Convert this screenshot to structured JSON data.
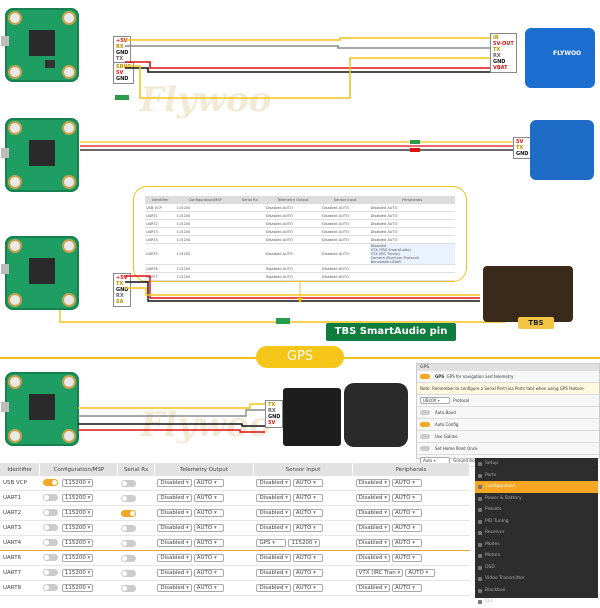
{
  "watermark": "Flywoo",
  "section1": {
    "fc_pads": [
      "+5V",
      "RX",
      "GND",
      "TX",
      "SBUS",
      "5V",
      "GND"
    ],
    "vtx_pads": [
      "IR",
      "5V-OUT",
      "TX",
      "RX",
      "GND",
      "VBAT"
    ],
    "vtx_name": "FLYWOO"
  },
  "section2": {
    "vtx_pads": [
      "5V",
      "TX",
      "GND"
    ]
  },
  "config_mini": {
    "headers": [
      "Identifier",
      "Configuration/MSP",
      "Serial Rx",
      "Telemetry Output",
      "Sensor Input",
      "Peripherals"
    ],
    "rows": [
      [
        "USB VCP",
        "115200",
        "AUTO",
        "AUTO",
        "AUTO"
      ],
      [
        "UART1",
        "115200",
        "AUTO",
        "AUTO",
        "AUTO"
      ],
      [
        "UART2",
        "115200",
        "AUTO",
        "AUTO",
        "AUTO"
      ],
      [
        "UART3",
        "115200",
        "AUTO",
        "AUTO",
        "AUTO"
      ],
      [
        "UART4",
        "115200",
        "AUTO",
        "AUTO",
        "AUTO"
      ],
      [
        "UART5",
        "115200",
        "AUTO",
        "AUTO",
        "AUTO"
      ],
      [
        "UART6",
        "115200",
        "AUTO",
        "AUTO",
        "AUTO"
      ],
      [
        "UART7",
        "115200",
        "AUTO",
        "AUTO",
        "AUTO"
      ]
    ],
    "disabled": "Disabled",
    "dropdown_options": [
      "Disabled",
      "VTX (TBS SmartAudio)",
      "VTX (IRC Tramp)",
      "Camera (RunCam Protocol)",
      "Benewake LiDAR"
    ]
  },
  "section3": {
    "fc_pads": [
      "+5V",
      "TX",
      "GND",
      "RX",
      "SA"
    ],
    "smartaudio_label": "TBS SmartAudio pin",
    "badge": "TBS"
  },
  "gps": {
    "title": "GPS",
    "fc_pads": [
      "TX",
      "RX",
      "GND",
      "5V"
    ],
    "panel": {
      "header": "GPS",
      "rows": [
        {
          "label": "GPS",
          "desc": "GPS for navigation and telemetry",
          "on": true
        },
        {
          "label": "Note: Remember to configure a Serial Port (via Ports tab) when using GPS feature.",
          "desc": "",
          "on": false
        },
        {
          "label": "UBLOX",
          "desc": "Protocol",
          "on": false
        },
        {
          "label": "Auto Baud",
          "desc": "",
          "on": false
        },
        {
          "label": "Auto Config",
          "desc": "",
          "on": true
        },
        {
          "label": "Use Galileo",
          "desc": "",
          "on": false
        },
        {
          "label": "Set Home Point Once",
          "desc": "",
          "on": false
        },
        {
          "label": "Auto",
          "desc": "Ground Assistance Type",
          "on": false
        }
      ]
    }
  },
  "ports": {
    "headers": [
      "Identifier",
      "Configuration/MSP",
      "Serial Rx",
      "Telemetry Output",
      "Sensor Input",
      "Peripherals"
    ],
    "rows": [
      {
        "id": "USB VCP",
        "msp_on": true,
        "baud": "115200",
        "rx_on": false,
        "tel": "Disabled",
        "tel_b": "AUTO",
        "sen": "Disabled",
        "sen_b": "AUTO",
        "per": "Disabled",
        "per_b": "AUTO",
        "hl": false
      },
      {
        "id": "UART1",
        "msp_on": false,
        "baud": "115200",
        "rx_on": false,
        "tel": "Disabled",
        "tel_b": "AUTO",
        "sen": "Disabled",
        "sen_b": "AUTO",
        "per": "Disabled",
        "per_b": "AUTO",
        "hl": false
      },
      {
        "id": "UART2",
        "msp_on": false,
        "baud": "115200",
        "rx_on": true,
        "tel": "Disabled",
        "tel_b": "AUTO",
        "sen": "Disabled",
        "sen_b": "AUTO",
        "per": "Disabled",
        "per_b": "AUTO",
        "hl": false
      },
      {
        "id": "UART3",
        "msp_on": false,
        "baud": "115200",
        "rx_on": false,
        "tel": "Disabled",
        "tel_b": "AUTO",
        "sen": "Disabled",
        "sen_b": "AUTO",
        "per": "Disabled",
        "per_b": "AUTO",
        "hl": false
      },
      {
        "id": "UART4",
        "msp_on": false,
        "baud": "115200",
        "rx_on": false,
        "tel": "Disabled",
        "tel_b": "AUTO",
        "sen": "GPS",
        "sen_b": "115200",
        "per": "Disabled",
        "per_b": "AUTO",
        "hl": true
      },
      {
        "id": "UART6",
        "msp_on": false,
        "baud": "115200",
        "rx_on": false,
        "tel": "Disabled",
        "tel_b": "AUTO",
        "sen": "Disabled",
        "sen_b": "AUTO",
        "per": "Disabled",
        "per_b": "AUTO",
        "hl": false
      },
      {
        "id": "UART7",
        "msp_on": false,
        "baud": "115200",
        "rx_on": false,
        "tel": "Disabled",
        "tel_b": "AUTO",
        "sen": "Disabled",
        "sen_b": "AUTO",
        "per": "VTX (IRC Tran",
        "per_b": "AUTO",
        "hl": false
      },
      {
        "id": "UART8",
        "msp_on": false,
        "baud": "115200",
        "rx_on": false,
        "tel": "Disabled",
        "tel_b": "AUTO",
        "sen": "Disabled",
        "sen_b": "AUTO",
        "per": "Disabled",
        "per_b": "AUTO",
        "hl": false
      }
    ]
  },
  "menu": {
    "items": [
      "Setup",
      "Ports",
      "Configuration",
      "Power & Battery",
      "Presets",
      "PID Tuning",
      "Receiver",
      "Modes",
      "Motors",
      "OSD",
      "Video Transmitter",
      "Blackbox",
      "CLI"
    ],
    "active_index": 2
  }
}
